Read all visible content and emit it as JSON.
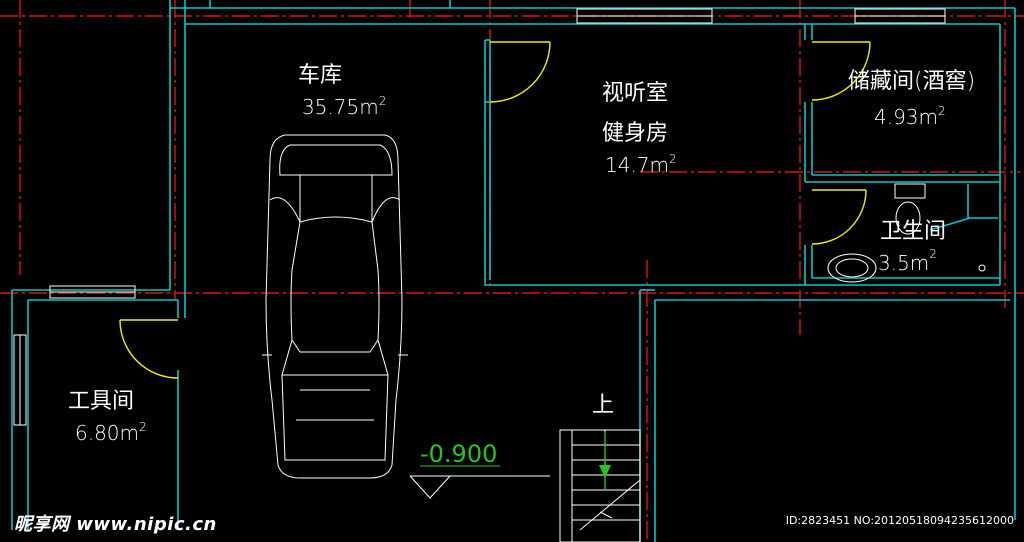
{
  "rooms": {
    "garage": {
      "name": "车库",
      "area": "35.75m",
      "unit_exp": "2"
    },
    "media": {
      "name_line1": "视听室",
      "name_line2": "健身房",
      "area": "14.7m",
      "unit_exp": "2"
    },
    "storage": {
      "name": "储藏间(酒窖)",
      "area": "4.93m",
      "unit_exp": "2"
    },
    "bathroom": {
      "name": "卫生间",
      "area": "3.5m",
      "unit_exp": "2"
    },
    "tools": {
      "name": "工具间",
      "area": "6.80m",
      "unit_exp": "2"
    }
  },
  "elevation": "-0.900",
  "stair_label": "上",
  "watermark": {
    "brand": "昵享网 www.nipic.cn",
    "id_text": "ID:2823451 NO:20120518094235612000"
  },
  "colors": {
    "background": "#000000",
    "wall": "#00c8c8",
    "axis": "#e01010",
    "door": "#f0f000",
    "furniture": "#ffffff",
    "elevation": "#22c522"
  }
}
